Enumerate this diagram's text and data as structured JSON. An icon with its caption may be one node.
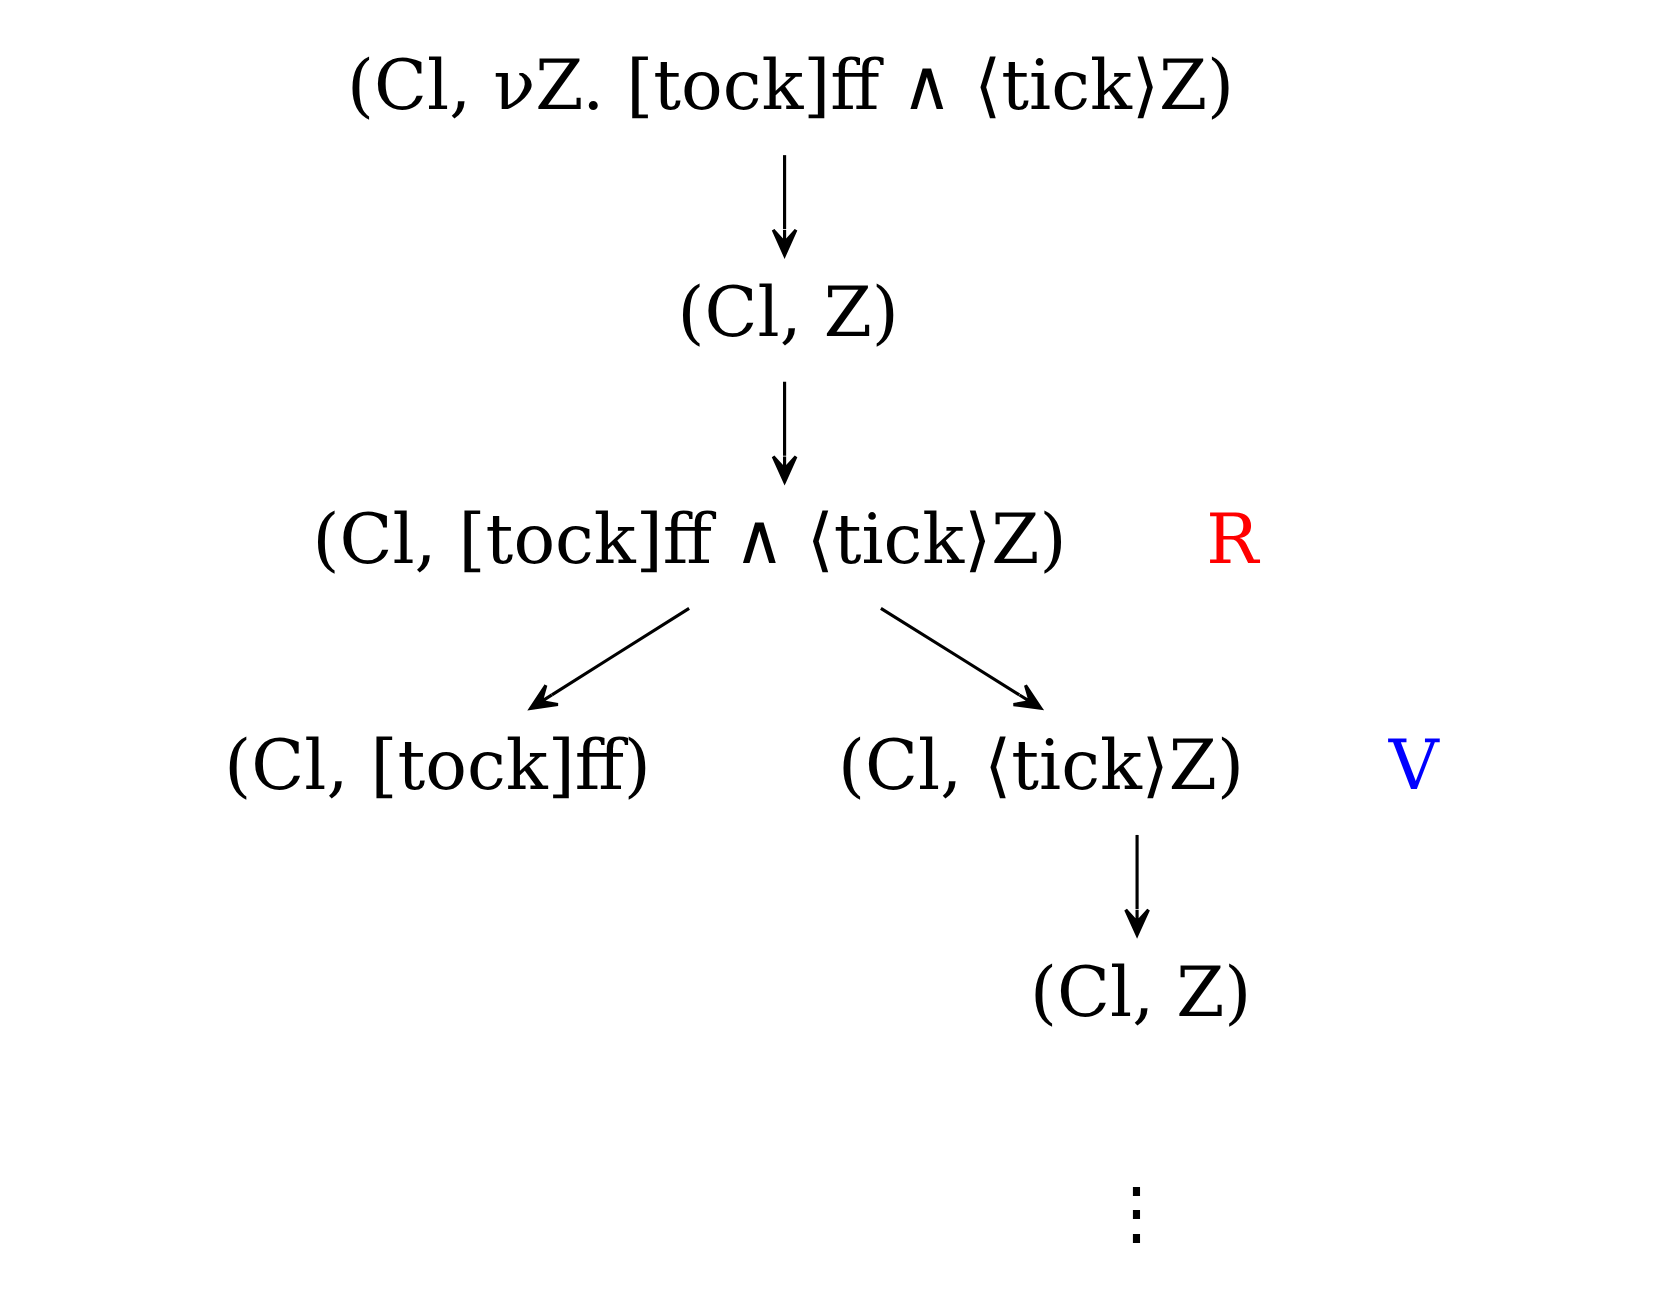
{
  "diagram": {
    "nodes": [
      {
        "text": [
          "(Cl, νZ. [tock]ff ∧ ⟨tick⟩Z)"
        ]
      },
      {
        "text": [
          "(Cl, Z)"
        ]
      },
      {
        "text": [
          "(Cl, [tock]ff ∧ ⟨tick⟩Z)"
        ],
        "beside": [
          "R"
        ]
      },
      {
        "text": [
          "(Cl, [tock]ff)"
        ]
      },
      {
        "text": [
          "(Cl, ⟨tick⟩Z)"
        ],
        "beside": [
          "V"
        ]
      },
      {
        "text": [
          "(Cl, Z)"
        ]
      }
    ],
    "edges": [
      {
        "from": 0,
        "to": 1,
        "arrow": "to"
      },
      {
        "from": 1,
        "to": 2,
        "arrow": "to"
      },
      {
        "from": 2,
        "to": 3,
        "arrow": "to"
      },
      {
        "from": 2,
        "to": 4,
        "arrow": "to"
      },
      {
        "from": 4,
        "to": 5,
        "arrow": "to"
      }
    ],
    "labels": [
      "⋮"
    ]
  }
}
